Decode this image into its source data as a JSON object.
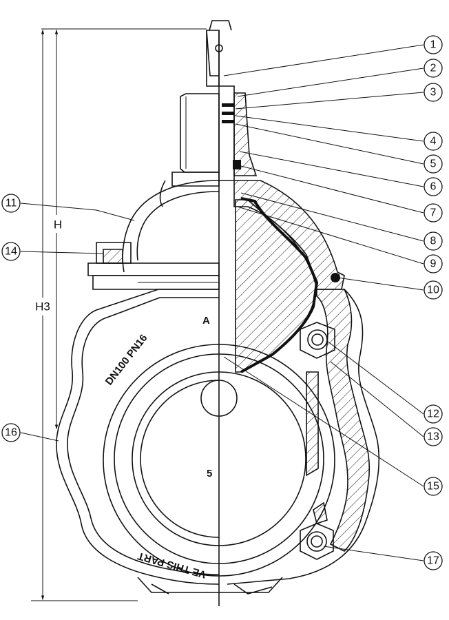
{
  "callouts": [
    "1",
    "2",
    "3",
    "4",
    "5",
    "6",
    "7",
    "8",
    "9",
    "10",
    "11",
    "12",
    "13",
    "14",
    "15",
    "16",
    "17"
  ],
  "dimensions": {
    "h_label": "H",
    "h3_label": "H3"
  },
  "body_text": {
    "size_marking": "DN100 PN16",
    "remove_marking": "VE THIS PART",
    "logo_letter": "A",
    "small_mark": "5"
  }
}
